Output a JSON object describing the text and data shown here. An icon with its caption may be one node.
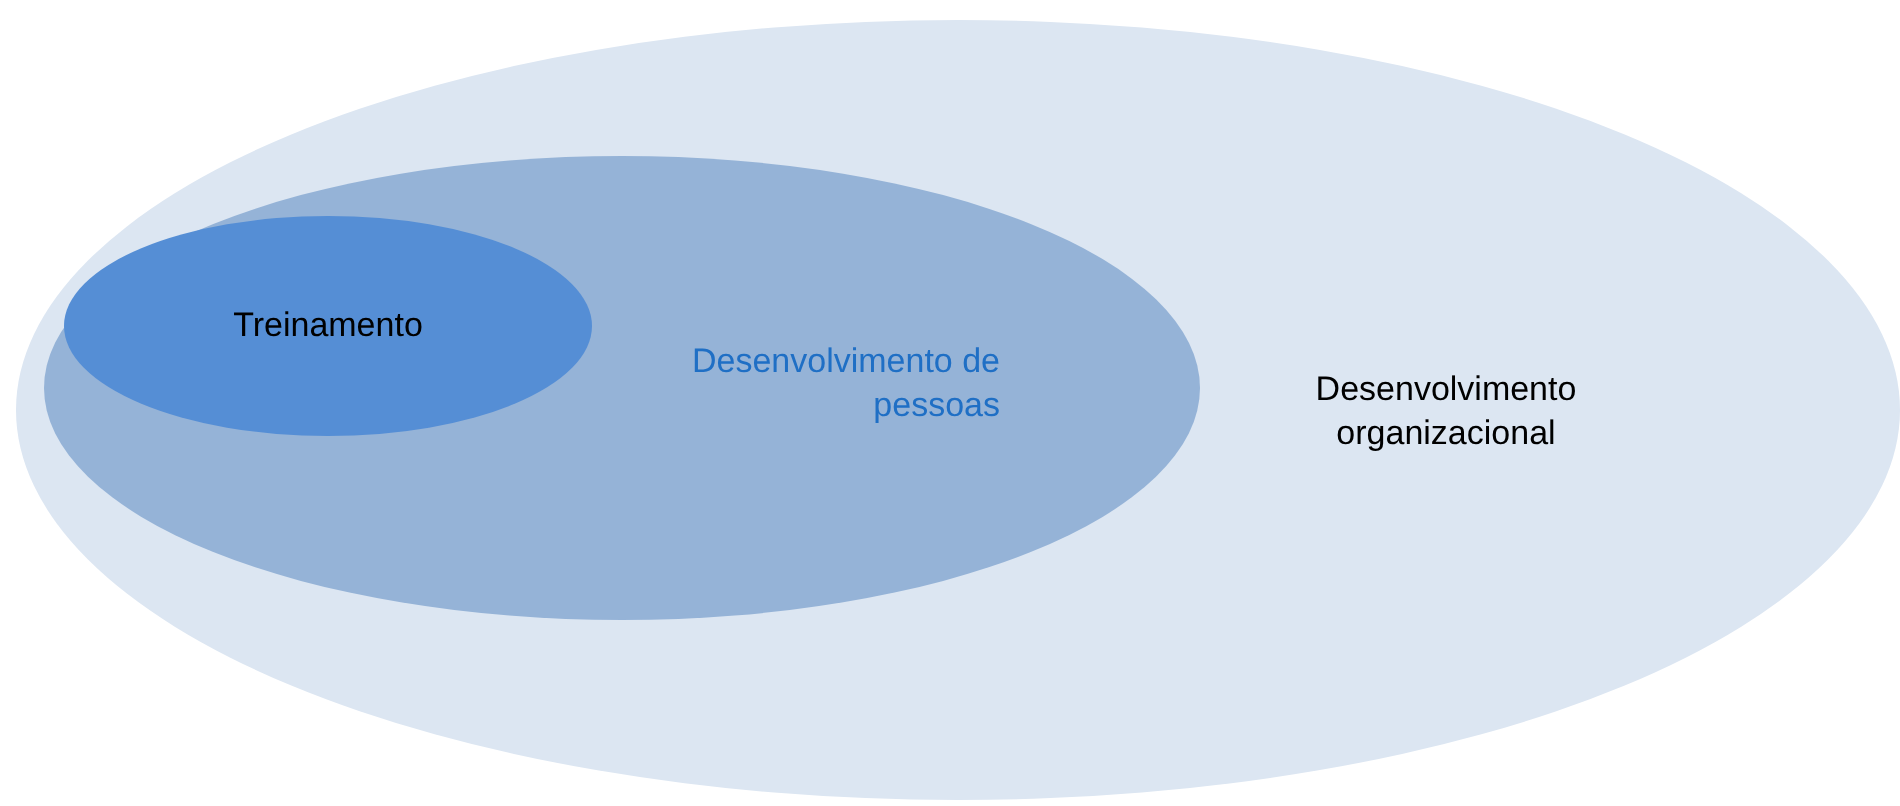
{
  "diagram": {
    "nodes": [
      {
        "text": [
          "Desenvolvimento organizacional"
        ]
      },
      {
        "text": [
          "Desenvolvimento de pessoas"
        ],
        "in": 0
      },
      {
        "text": [
          "Treinamento"
        ],
        "in": 1
      }
    ]
  }
}
